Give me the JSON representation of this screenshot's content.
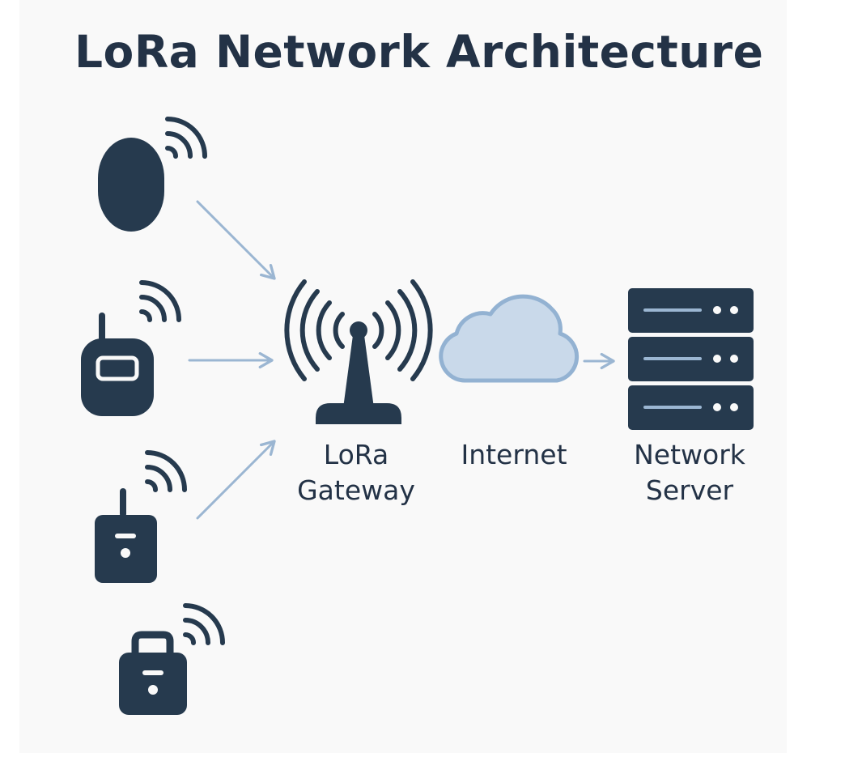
{
  "title": "LoRa Network Architecture",
  "nodes": {
    "gateway": {
      "line1": "LoRa",
      "line2": "Gateway"
    },
    "internet": {
      "line1": "Internet"
    },
    "server": {
      "line1": "Network",
      "line2": "Server"
    }
  },
  "colors": {
    "icon": "#263a4e",
    "arrow": "#9bb6d2",
    "cloud_fill": "#c9d9ea",
    "cloud_stroke": "#93b2d2",
    "text": "#233246",
    "background": "#f9f9f9"
  }
}
